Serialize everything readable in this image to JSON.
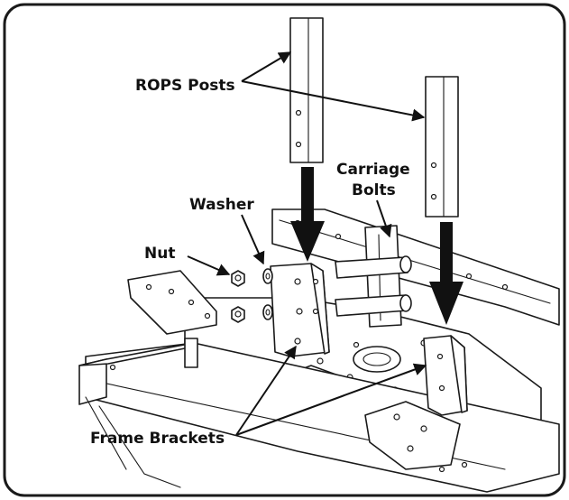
{
  "callouts": {
    "rops_posts": "ROPS Posts",
    "carriage_bolts_line1": "Carriage",
    "carriage_bolts_line2": "Bolts",
    "washer": "Washer",
    "nut": "Nut",
    "frame_brackets": "Frame Brackets"
  },
  "colors": {
    "line": "#1a1a1a",
    "arrow": "#111111",
    "background": "#ffffff"
  }
}
